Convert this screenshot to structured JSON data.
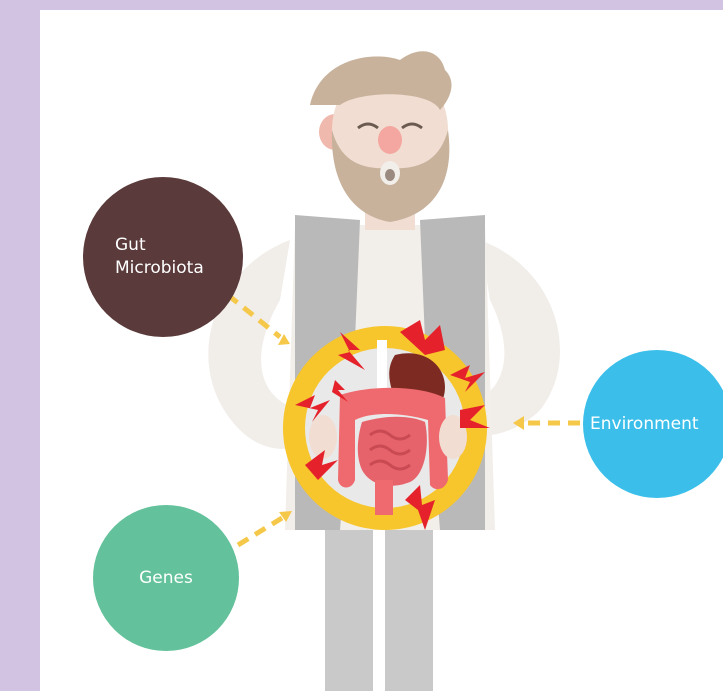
{
  "factors": {
    "gut_microbiota": "Gut\nMicrobiota",
    "genes": "Genes",
    "environment": "Environment"
  },
  "colors": {
    "background": "#d3c3e2",
    "gut_microbiota": "#5a3a3a",
    "genes": "#63c29b",
    "environment": "#3bbfea",
    "ring": "#f7c52c",
    "pain_bolt": "#e5222b",
    "arrow": "#f5c84a"
  }
}
